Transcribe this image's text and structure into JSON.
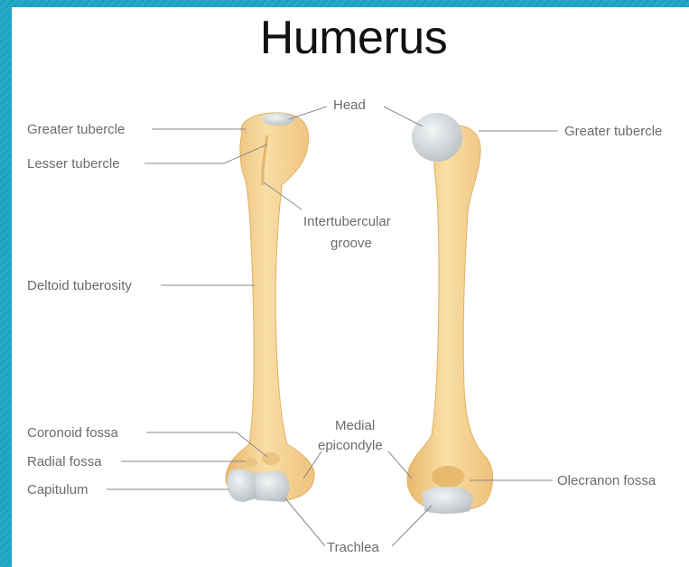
{
  "title": "Humerus",
  "labels": {
    "greater_tubercle_left": "Greater tubercle",
    "lesser_tubercle": "Lesser tubercle",
    "head": "Head",
    "greater_tubercle_right": "Greater tubercle",
    "intertubercular_line1": "Intertubercular",
    "intertubercular_line2": "groove",
    "deltoid_tuberosity": "Deltoid tuberosity",
    "coronoid_fossa": "Coronoid fossa",
    "radial_fossa": "Radial fossa",
    "capitulum": "Capitulum",
    "medial_line1": "Medial",
    "medial_line2": "epicondyle",
    "olecranon_fossa": "Olecranon fossa",
    "trachlea": "Trachlea"
  },
  "colors": {
    "frame": "#1ba4c2",
    "bone": "#f6d79a",
    "bone_shade": "#e9bc72",
    "cartilage": "#d6dadd"
  }
}
